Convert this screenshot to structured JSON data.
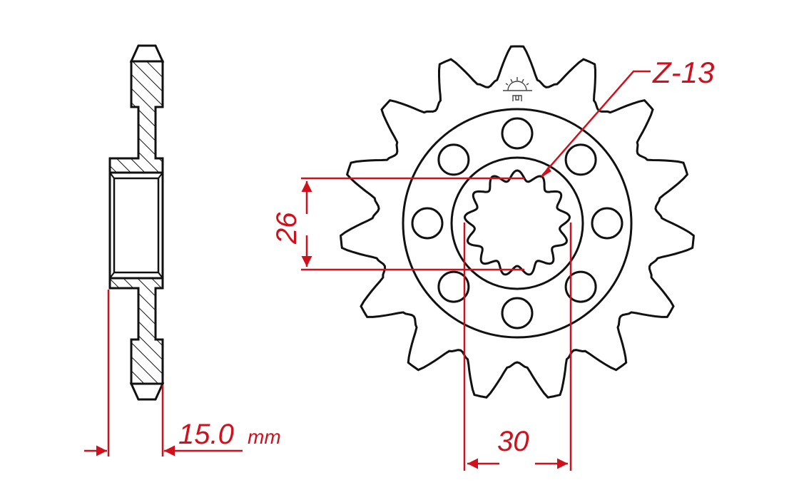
{
  "drawing": {
    "title": "Front sprocket technical drawing",
    "colors": {
      "outline": "#111111",
      "dimension": "#d0101c",
      "background": "#ffffff"
    }
  },
  "side_view": {
    "thickness_value": "15.0",
    "thickness_unit": "mm"
  },
  "front_view": {
    "teeth_label": "Z-13",
    "outer_teeth_count": 15,
    "spline_teeth_count": 13,
    "bolt_holes": 8,
    "spline_height_value": "26",
    "spline_width_value": "30",
    "logo_icon": "sunrise-logo-icon"
  }
}
